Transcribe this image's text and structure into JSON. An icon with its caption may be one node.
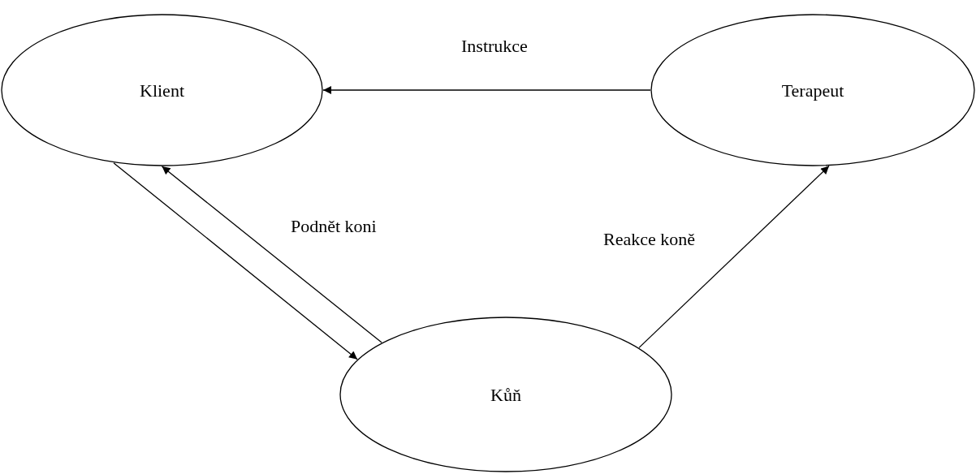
{
  "diagram": {
    "nodes": [
      {
        "text": [
          "Klient"
        ]
      },
      {
        "text": [
          "Terapeut"
        ]
      },
      {
        "text": [
          "Kůň"
        ]
      }
    ],
    "edges": [
      {
        "from": 1,
        "to": 0,
        "arrow": "to",
        "label": "Instrukce"
      },
      {
        "from": 0,
        "to": 2,
        "arrow": "to"
      },
      {
        "from": 2,
        "to": 0,
        "arrow": "to",
        "label": "Podnět koni"
      },
      {
        "from": 2,
        "to": 1,
        "arrow": "to",
        "label": "Reakce koně"
      }
    ]
  }
}
